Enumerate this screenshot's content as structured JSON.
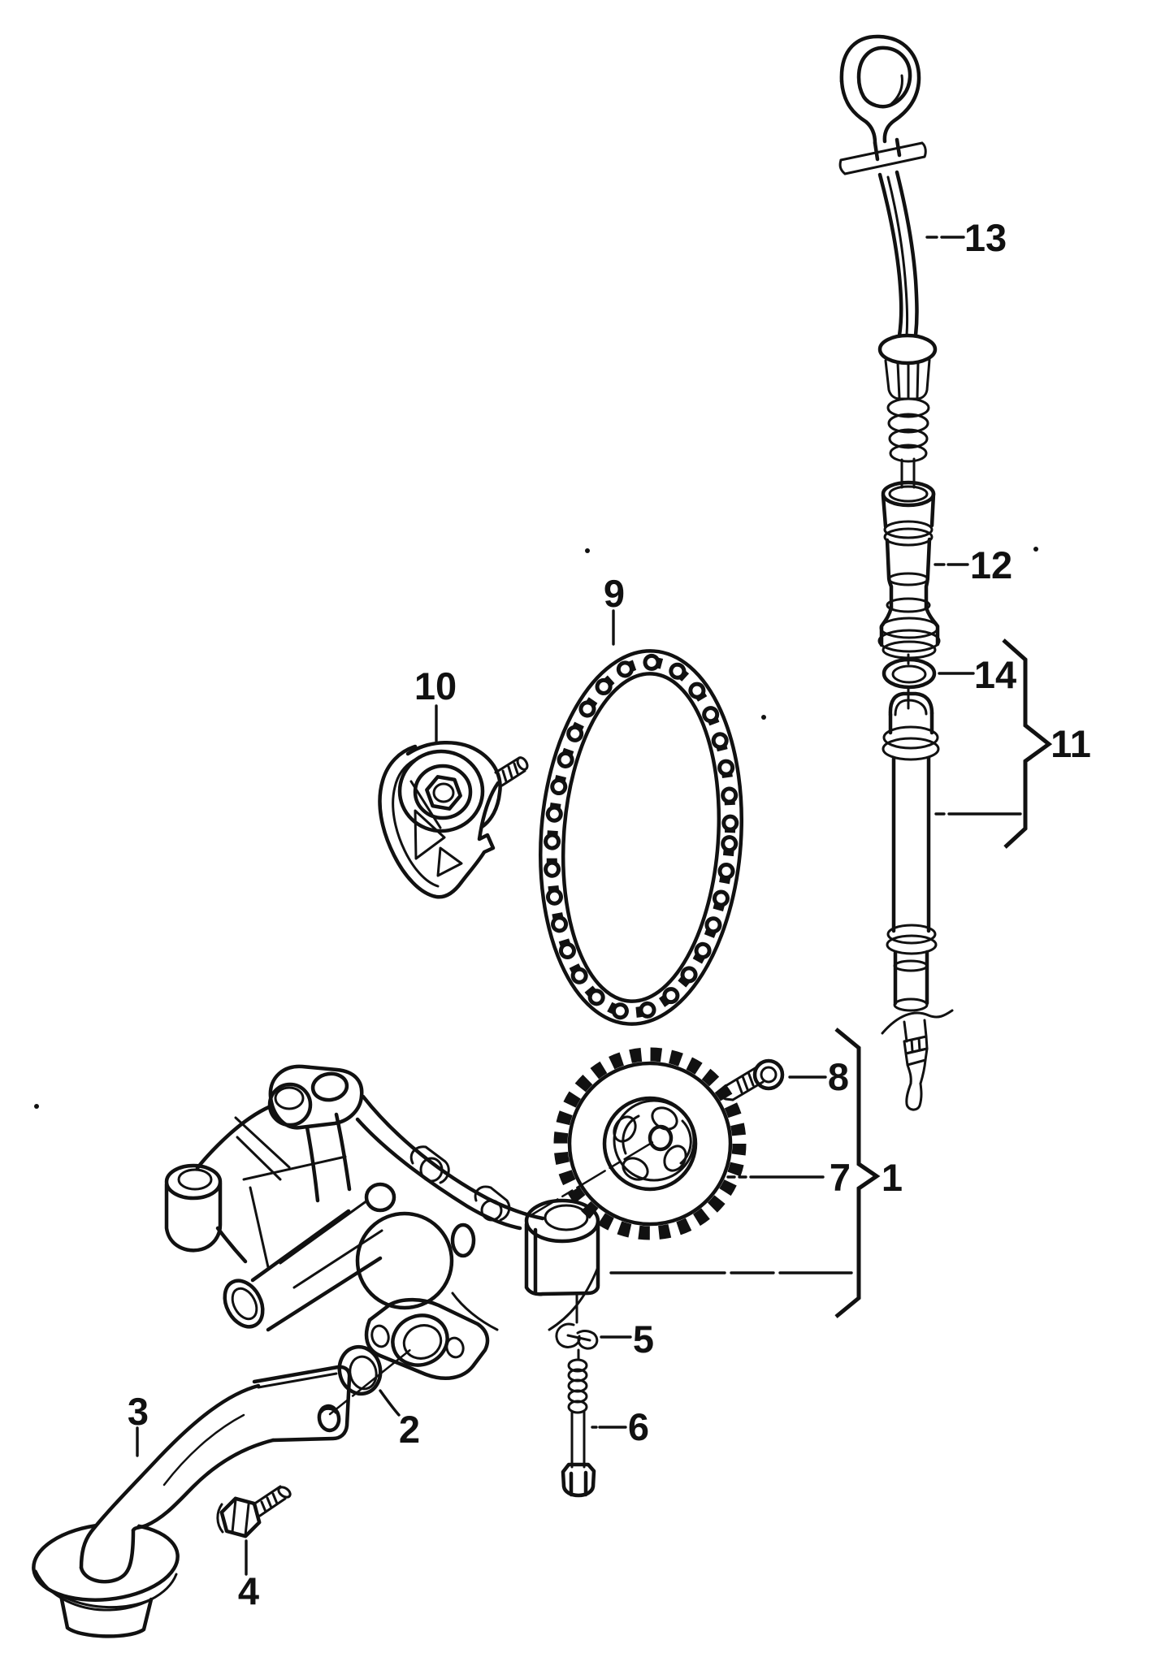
{
  "diagram": {
    "description_labels": "exploded parts diagram callout numbers",
    "colors": {
      "background": "#ffffff",
      "line": "#111111",
      "highlight_circle": "#000000"
    },
    "labels": [
      {
        "id": "part-1",
        "text": "1"
      },
      {
        "id": "part-2",
        "text": "2"
      },
      {
        "id": "part-3",
        "text": "3"
      },
      {
        "id": "part-4",
        "text": "4"
      },
      {
        "id": "part-5",
        "text": "5"
      },
      {
        "id": "part-6",
        "text": "6"
      },
      {
        "id": "part-7",
        "text": "7"
      },
      {
        "id": "part-8",
        "text": "8"
      },
      {
        "id": "part-9",
        "text": "9"
      },
      {
        "id": "part-10",
        "text": "10"
      },
      {
        "id": "part-11",
        "text": "11"
      },
      {
        "id": "part-12",
        "text": "12"
      },
      {
        "id": "part-13",
        "text": "13"
      },
      {
        "id": "part-14",
        "text": "14"
      }
    ]
  }
}
